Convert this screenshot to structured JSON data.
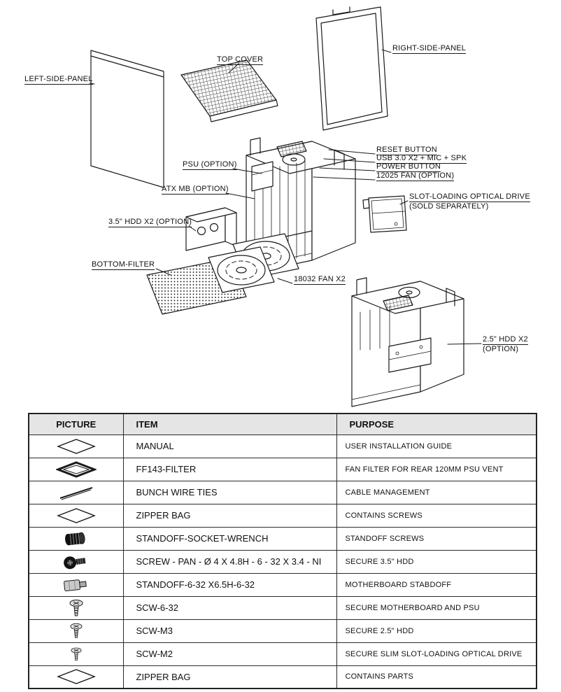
{
  "colors": {
    "background": "#ffffff",
    "line": "#1a1a1a",
    "table_header_bg": "#e5e5e5"
  },
  "diagram": {
    "labels": {
      "left_side_panel": "LEFT-SIDE-PANEL",
      "top_cover": "TOP COVER",
      "right_side_panel": "RIGHT-SIDE-PANEL",
      "reset_button": "RESET BUTTON",
      "usb_ports": "USB 3.0 X2 + MIC + SPK",
      "power_button": "POWER BUTTON",
      "fan_12025": "12025 FAN (OPTION)",
      "psu": "PSU (OPTION)",
      "atx_mb": "ATX MB (OPTION)",
      "optical_drive_line1": "SLOT-LOADING OPTICAL DRIVE",
      "optical_drive_line2": "(SOLD SEPARATELY)",
      "hdd_35": "3.5\" HDD X2 (OPTION)",
      "bottom_filter": "BOTTOM-FILTER",
      "fan_18032": "18032 FAN X2",
      "hdd_25_line1": "2.5\" HDD X2",
      "hdd_25_line2": "(OPTION)"
    }
  },
  "table": {
    "headers": [
      "PICTURE",
      "ITEM",
      "PURPOSE"
    ],
    "rows": [
      {
        "icon": "manual-sheet-icon",
        "item": "MANUAL",
        "purpose": "USER INSTALLATION GUIDE"
      },
      {
        "icon": "fan-filter-icon",
        "item": "FF143-FILTER",
        "purpose": "FAN FILTER FOR REAR 120MM PSU VENT"
      },
      {
        "icon": "wire-ties-icon",
        "item": "BUNCH WIRE TIES",
        "purpose": "CABLE MANAGEMENT"
      },
      {
        "icon": "zipper-bag-icon",
        "item": "ZIPPER BAG",
        "purpose": "CONTAINS SCREWS"
      },
      {
        "icon": "socket-wrench-icon",
        "item": "STANDOFF-SOCKET-WRENCH",
        "purpose": "STANDOFF SCREWS"
      },
      {
        "icon": "pan-screw-icon",
        "item": "SCREW - PAN -  Ø 4 X 4.8H - 6 - 32 X 3.4 - NI",
        "purpose": "SECURE 3.5\" HDD"
      },
      {
        "icon": "standoff-icon",
        "item": "STANDOFF-6-32 X6.5H-6-32",
        "purpose": "MOTHERBOARD STABDOFF"
      },
      {
        "icon": "screw-icon",
        "item": "SCW-6-32",
        "purpose": "SECURE MOTHERBOARD AND PSU"
      },
      {
        "icon": "screw-icon",
        "item": "SCW-M3",
        "purpose": "SECURE 2.5\" HDD"
      },
      {
        "icon": "screw-icon",
        "item": "SCW-M2",
        "purpose": "SECURE SLIM SLOT-LOADING OPTICAL DRIVE"
      },
      {
        "icon": "zipper-bag-icon",
        "item": "ZIPPER BAG",
        "purpose": "CONTAINS PARTS"
      }
    ]
  }
}
